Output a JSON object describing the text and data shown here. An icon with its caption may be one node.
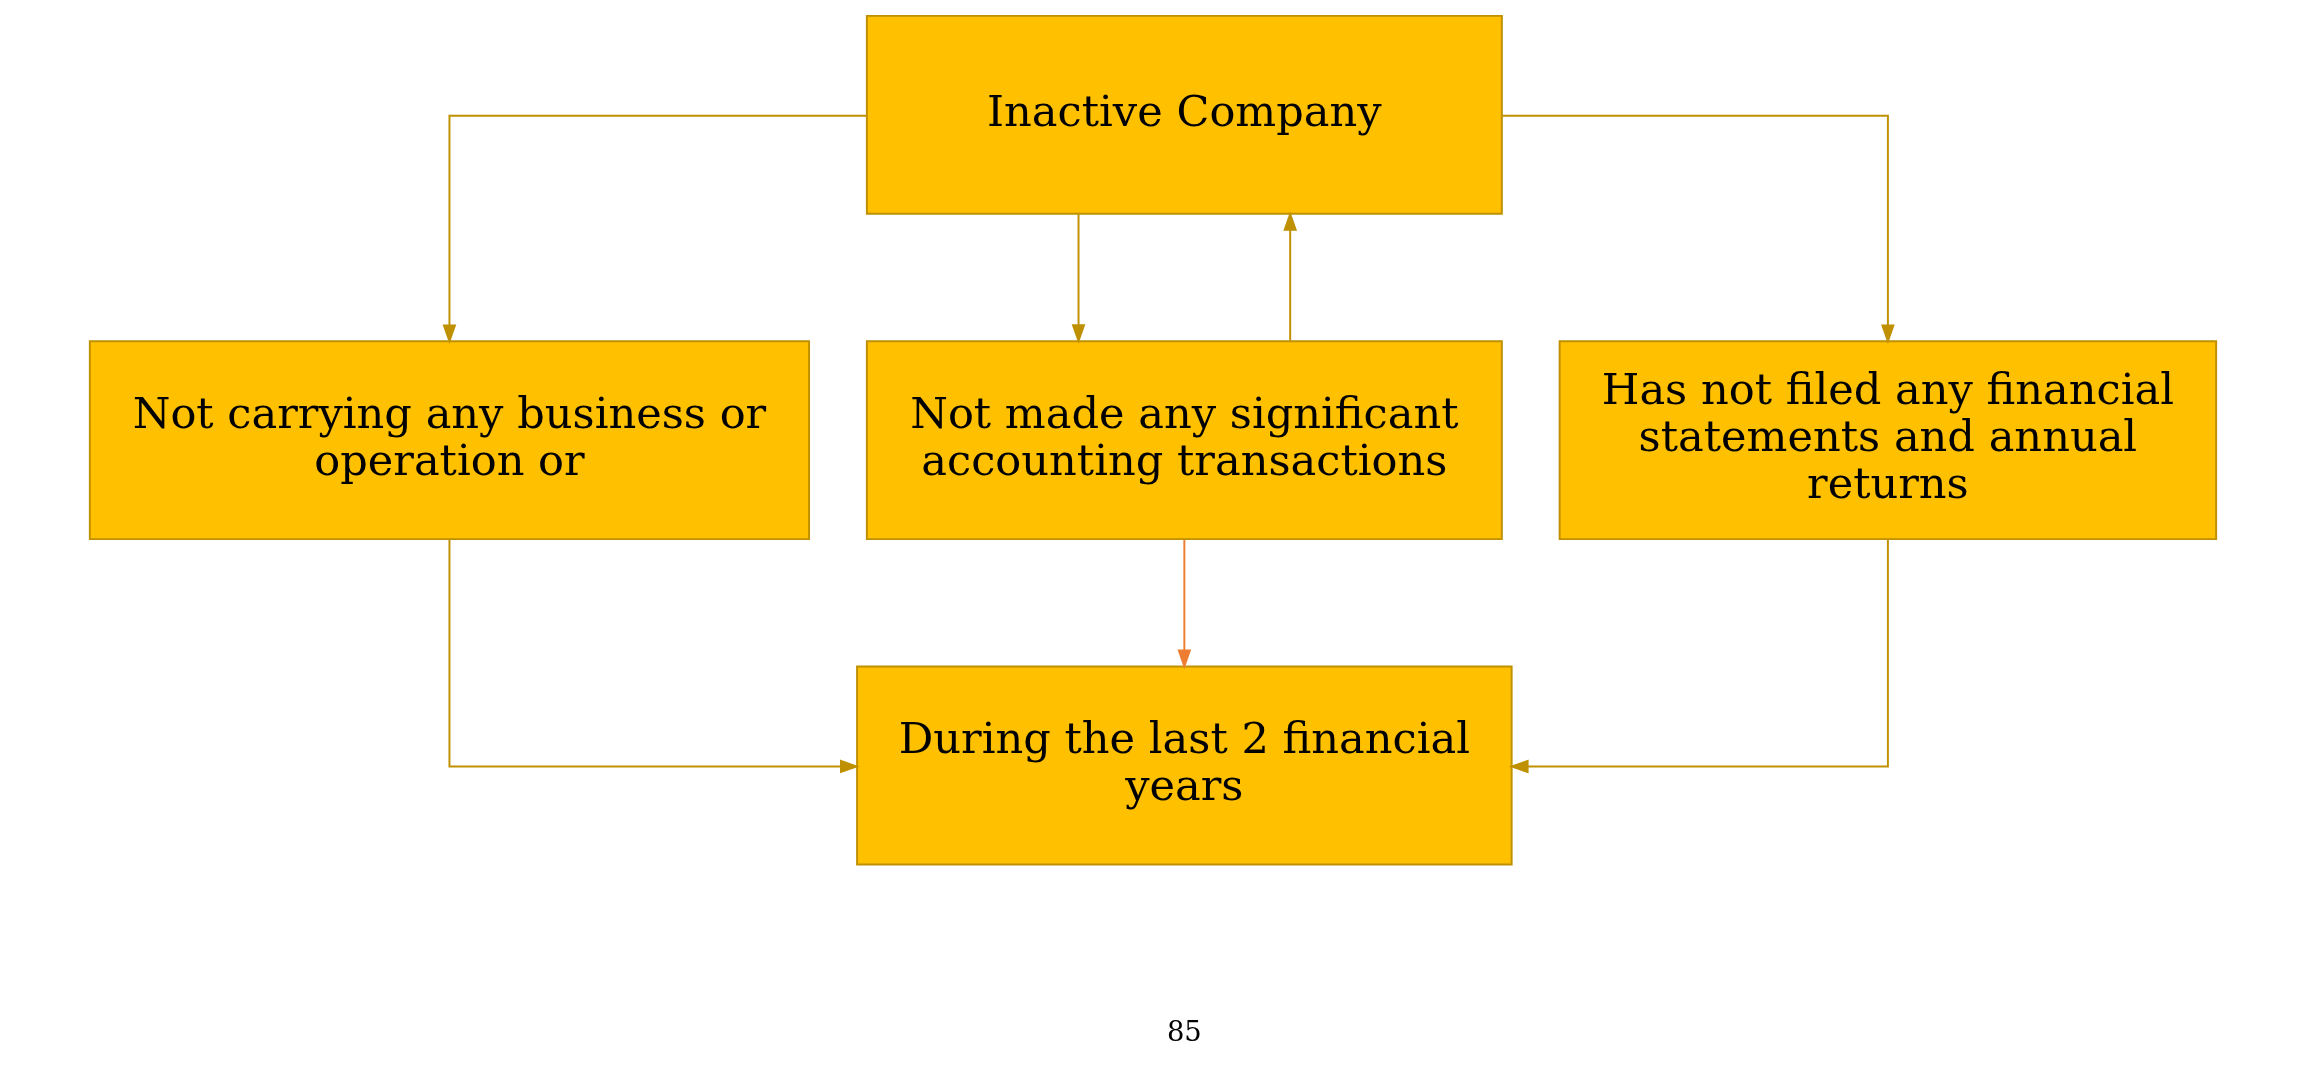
{
  "diagram": {
    "nodes": [
      {
        "text": [
          "Inactive Company"
        ]
      },
      {
        "text": [
          "Not carrying any business or operation or"
        ]
      },
      {
        "text": [
          "Not made any significant accounting transactions"
        ]
      },
      {
        "text": [
          "Has not filed any financial statements and annual returns"
        ]
      },
      {
        "text": [
          "During the last 2 financial years"
        ]
      }
    ],
    "edges": [
      {
        "from": 0,
        "to": 1,
        "arrow": "to"
      },
      {
        "from": 0,
        "to": 2,
        "arrow": "to"
      },
      {
        "from": 0,
        "to": 3,
        "arrow": "to"
      },
      {
        "from": 2,
        "to": 0,
        "arrow": "to"
      },
      {
        "from": 1,
        "to": 4,
        "arrow": "to"
      },
      {
        "from": 2,
        "to": 4,
        "arrow": "to",
        "color": "#ed7d31"
      },
      {
        "from": 3,
        "to": 4,
        "arrow": "to"
      }
    ],
    "labels": [
      "85"
    ]
  }
}
